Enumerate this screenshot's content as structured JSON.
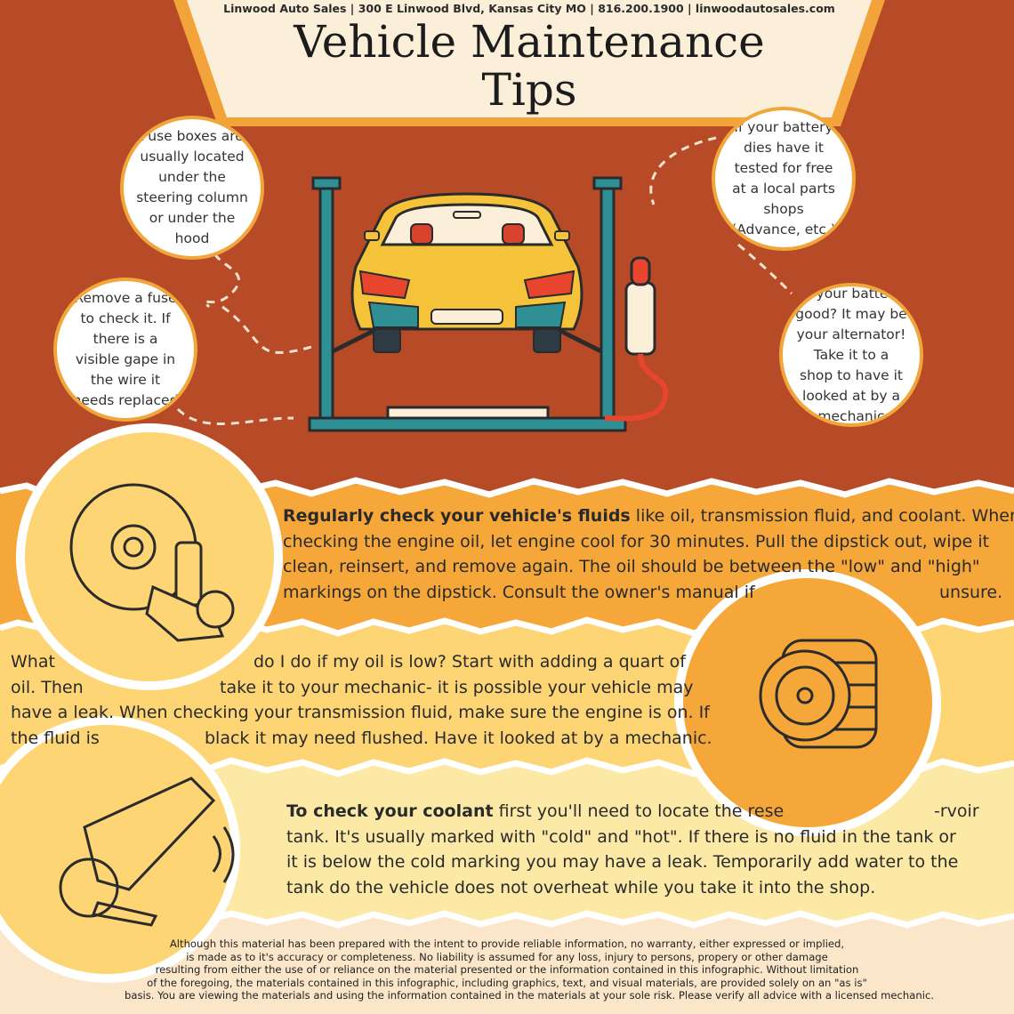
{
  "header": {
    "info": "Linwood Auto Sales | 300 E Linwood Blvd, Kansas City MO | 816.200.1900 | linwoodautosales.com",
    "title_line1": "Vehicle Maintenance",
    "title_line2": "Tips"
  },
  "bubbles": {
    "fuse_location": "Fuse boxes are usually located under the steering column or under the hood",
    "fuse_check": "Remove a fuse to check it. If there is a visible gape in the wire it needs replaced",
    "battery_test": "If your battery dies have it tested for free at a local parts shops (Advance, etc.)",
    "alternator": "Is your battery good? It may be your alternator! Take it to a shop to have it looked at by a mechanic"
  },
  "fluids": {
    "heading": "Regularly check your vehicle's fluids",
    "line1_rest": " like oil, transmission fluid, and coolant. When",
    "line2": "checking the engine oil, let engine cool for 30 minutes. Pull the dipstick out, wipe it",
    "line3": "clean, reinsert, and remove again. The oil should be between the \"low\" and \"high\"",
    "line4a": "markings on the dipstick. Consult the owner's manual if",
    "line4b": "unsure."
  },
  "low_oil": {
    "l1a": "What",
    "l1b": "do I do if my oil is low? Start with adding a quart of",
    "l2a": "oil. Then",
    "l2b": "take it to your mechanic- it is possible your vehicle may",
    "l3": "have a leak. When checking your transmission fluid, make sure the engine is on. If",
    "l4a": "the fluid is",
    "l4b": "black it may need flushed. Have it looked at by a mechanic."
  },
  "coolant": {
    "heading": "To check your coolant",
    "l1rest": " first you'll need to locate the rese",
    "l1b": "-rvoir",
    "l2": "tank. It's usually marked with \"cold\" and \"hot\". If there is no fluid in the tank or",
    "l3": "it is below the cold marking you may have a leak. Temporarily add water to the",
    "l4": "tank do the vehicle does not overheat while you take it into the shop."
  },
  "disclaimer": {
    "l1": "Although this material has been prepared with the intent to provide reliable information, no warranty, either expressed or implied,",
    "l2": "is made as to it's accuracy or completeness. No liability is assumed for any loss, injury to persons, propery or other damage",
    "l3": "resulting from either the use of or reliance on the material presented or the information contained in this infographic. Without limitation",
    "l4": "of the foregoing, the materials contained in this infographic, including graphics, text, and visual materials, are provided solely on an \"as is\"",
    "l5": "basis. You are viewing the materials and using the information contained in the materials at your sole risk. Please verify all advice with a licensed mechanic."
  },
  "colors": {
    "top_background": "#b74a27",
    "banner": "#fbefd9",
    "banner_border": "#f2a33a",
    "band_orange": "#f6a73a",
    "band_yellow": "#fdd575",
    "band_pale": "#fde9a6",
    "footer": "#fce6c9"
  }
}
